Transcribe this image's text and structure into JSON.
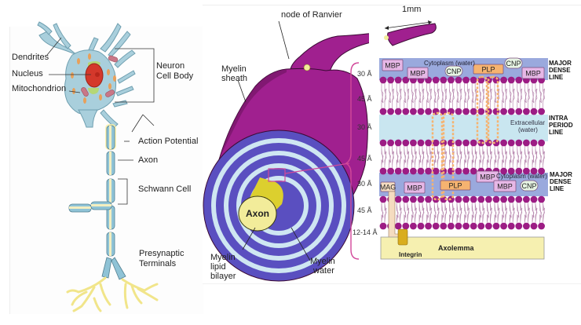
{
  "neuron": {
    "labels": {
      "dendrites": "Dendrites",
      "nucleus": "Nucleus",
      "mitochondrion": "Mitochondrion",
      "cell_body_line1": "Neuron",
      "cell_body_line2": "Cell Body",
      "action_potential": "Action Potential",
      "axon": "Axon",
      "schwann_cell": "Schwann Cell",
      "presynaptic_line1": "Presynaptic",
      "presynaptic_line2": "Terminals"
    },
    "colors": {
      "cell_body": "#a9cfdc",
      "nucleus": "#d4382b",
      "organelle": "#e8a05a",
      "mitochondrion": "#c97787",
      "myelin": "#8fc3d6",
      "terminals": "#f1e58a"
    }
  },
  "myelin": {
    "labels": {
      "node_of_ranvier": "node of Ranvier",
      "scale": "1mm",
      "myelin_sheath_line1": "Myelin",
      "myelin_sheath_line2": "sheath",
      "axon": "Axon",
      "lipid_line1": "Myelin",
      "lipid_line2": "lipid",
      "lipid_line3": "bilayer",
      "water_line1": "Myelin",
      "water_line2": "water"
    },
    "colors": {
      "sheath": "#a0208f",
      "spiral_lipid": "#5a4fc0",
      "spiral_water": "#cfe6f2",
      "axon": "#f2ec9a",
      "bracket": "#d2489a"
    }
  },
  "membrane": {
    "spacings": [
      "30 Å",
      "45 Å",
      "30 Å",
      "45 Å",
      "30 Å",
      "45 Å",
      "12-14 Å"
    ],
    "regions": {
      "cytoplasm_top": "Cytoplasm (water)",
      "extracellular_line1": "Extracellular",
      "extracellular_line2": "(water)",
      "cytoplasm_bottom": "Cytoplasm (water)",
      "axolemma": "Axolemma",
      "integrin": "Integrin"
    },
    "lines": {
      "major_dense_top": [
        "MAJOR",
        "DENSE",
        "LINE"
      ],
      "intra_period": [
        "INTRA",
        "PERIOD",
        "LINE"
      ],
      "major_dense_bottom": [
        "MAJOR",
        "DENSE",
        "LINE"
      ]
    },
    "proteins": {
      "mbp": "MBP",
      "cnp": "CNP",
      "plp": "PLP",
      "mag": "MAG"
    },
    "colors": {
      "cytoplasm": "#9aa9dd",
      "extracellular": "#c9e6f0",
      "lipid_head": "#9c1c84",
      "mbp": "#e6b7e6",
      "cnp": "#e7f5e4",
      "plp": "#f6b370",
      "axolemma": "#f6f0b0",
      "integrin": "#d9ad1e",
      "mag": "#f5dcc0"
    }
  }
}
